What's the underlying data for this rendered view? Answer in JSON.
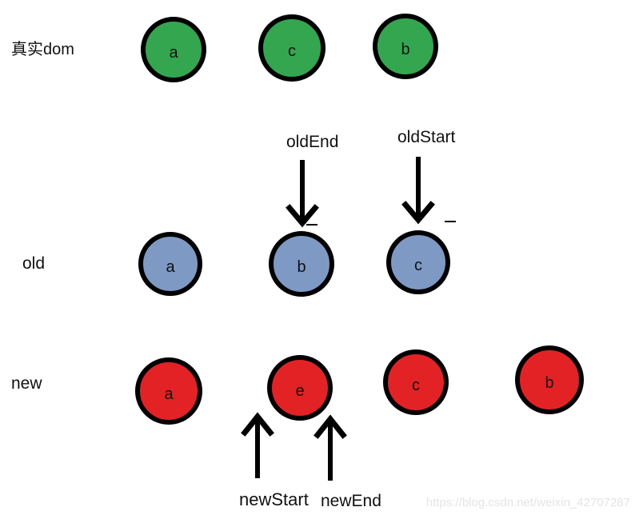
{
  "colors": {
    "real_dom_fill": "#33a64f",
    "old_fill": "#7d99c4",
    "new_fill": "#e32226",
    "outline": "#000000",
    "watermark": "#e4e4e4"
  },
  "rows": {
    "real_dom": {
      "label": "真实dom",
      "nodes": [
        {
          "label": "a"
        },
        {
          "label": "c"
        },
        {
          "label": "b"
        }
      ]
    },
    "old": {
      "label": "old",
      "nodes": [
        {
          "label": "a"
        },
        {
          "label": "b"
        },
        {
          "label": "c"
        }
      ]
    },
    "new": {
      "label": "new",
      "nodes": [
        {
          "label": "a"
        },
        {
          "label": "e"
        },
        {
          "label": "c"
        },
        {
          "label": "b"
        }
      ]
    }
  },
  "pointers": {
    "old_end": "oldEnd",
    "old_start": "oldStart",
    "new_start": "newStart",
    "new_end": "newEnd"
  },
  "watermark": "https://blog.csdn.net/weixin_42707287"
}
